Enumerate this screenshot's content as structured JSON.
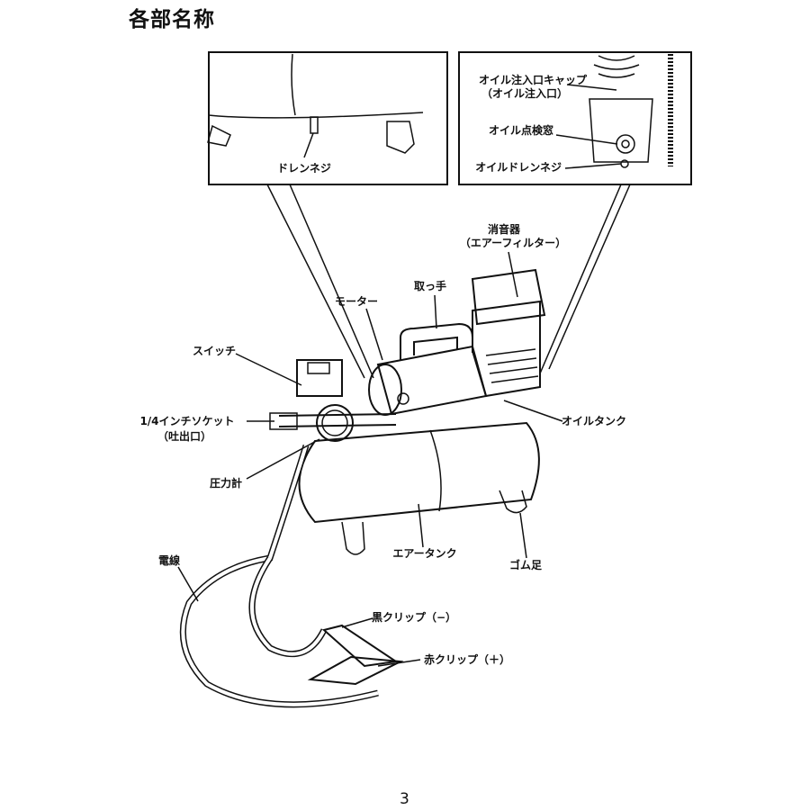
{
  "title": "各部名称",
  "page_number": "3",
  "inset_left": {
    "drain_screw": "ドレンネジ"
  },
  "inset_right": {
    "oil_cap": "オイル注入口キャップ",
    "oil_cap_sub": "（オイル注入口）",
    "oil_window": "オイル点検窓",
    "oil_drain": "オイルドレンネジ"
  },
  "parts": {
    "muffler": "消音器",
    "muffler_sub": "（エアーフィルター）",
    "handle": "取っ手",
    "motor": "モーター",
    "switch": "スイッチ",
    "socket": "1/4インチソケット",
    "socket_sub": "（吐出口）",
    "oil_tank": "オイルタンク",
    "gauge": "圧力計",
    "cable": "電線",
    "air_tank": "エアータンク",
    "rubber_foot": "ゴム足",
    "black_clip": "黒クリップ（−）",
    "red_clip": "赤クリップ（＋）"
  }
}
